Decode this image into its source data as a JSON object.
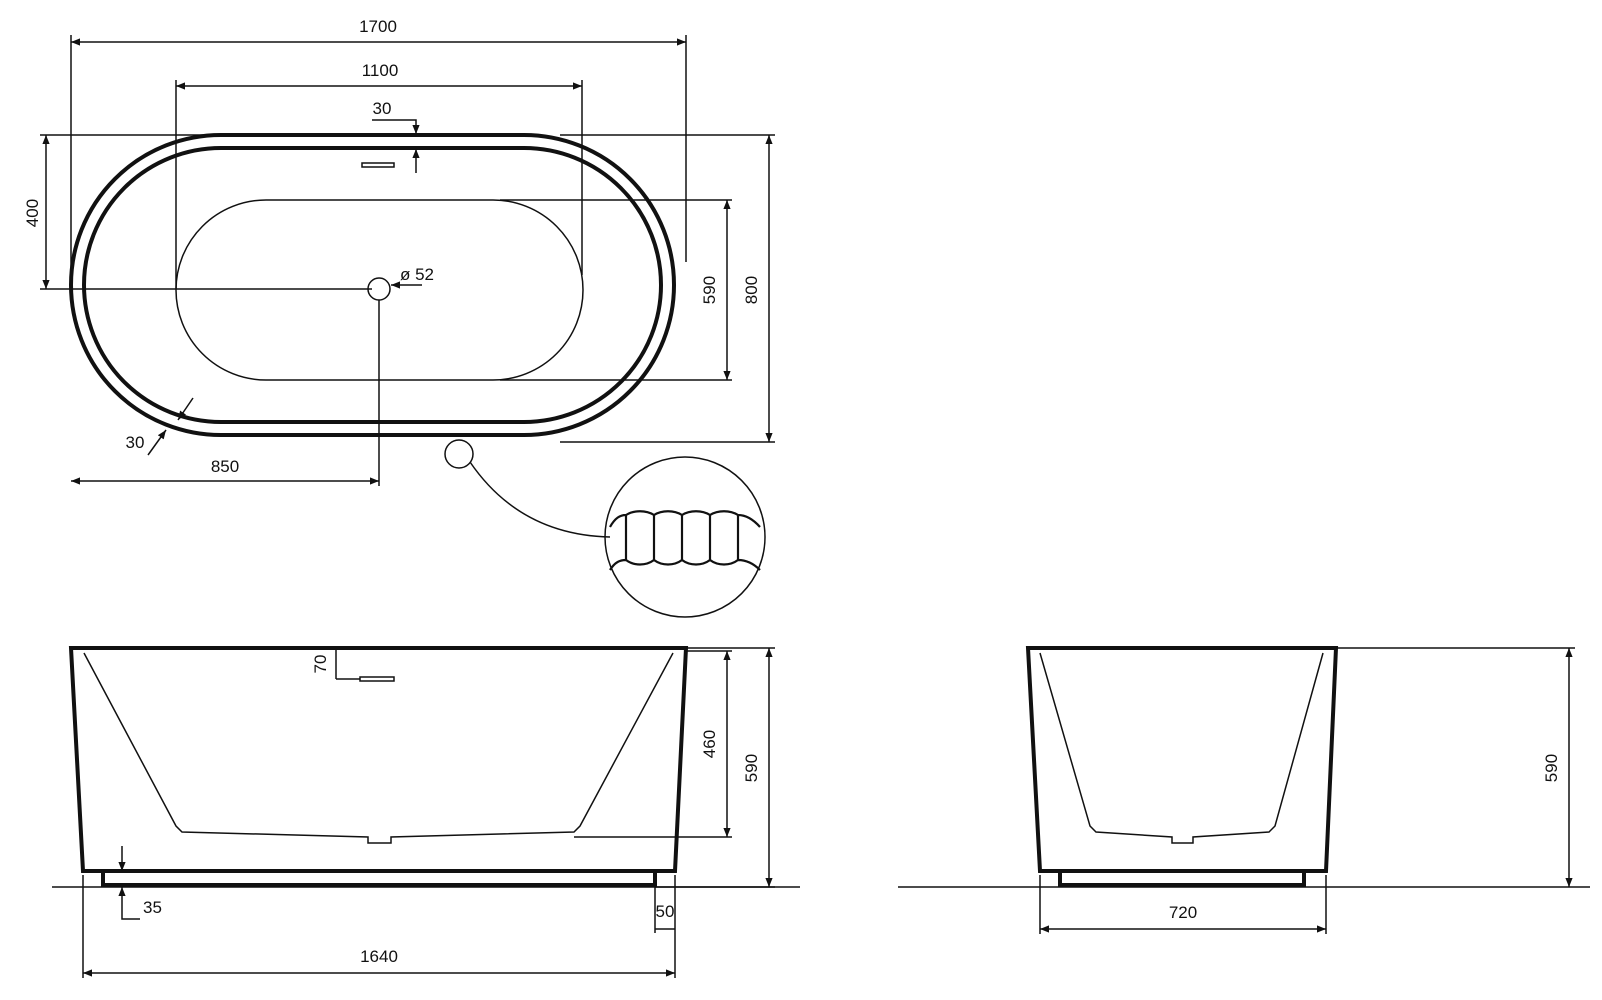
{
  "top_view": {
    "overall_length": "1700",
    "inner_length": "1100",
    "rim_offset": "30",
    "half_width": "400",
    "drain_diameter": "ø 52",
    "basin_width": "590",
    "overall_width": "800",
    "wall_thickness": "30",
    "drain_offset": "850"
  },
  "front_view": {
    "overflow_depth": "70",
    "basin_depth": "460",
    "overall_height": "590",
    "base_height": "35",
    "base_inset": "50",
    "base_length": "1640"
  },
  "side_view": {
    "overall_height": "590",
    "base_width": "720"
  }
}
